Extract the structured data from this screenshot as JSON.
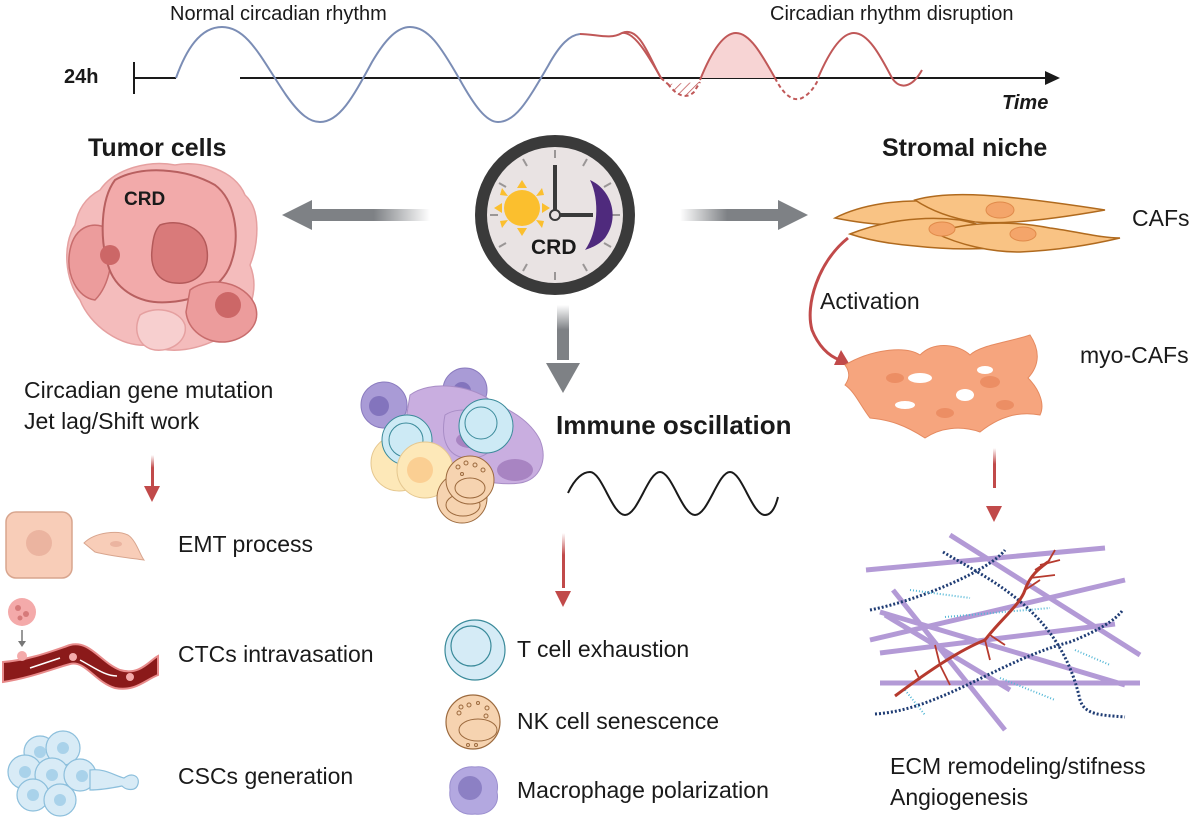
{
  "timeline": {
    "period_label": "24h",
    "normal_label": "Normal circadian rhythm",
    "disruption_label": "Circadian rhythm disruption",
    "axis_label": "Time",
    "normal_color": "#7b8db5",
    "disruption_color": "#c05858"
  },
  "clock": {
    "label": "CRD",
    "sun_color": "#fbbf2e",
    "moon_color": "#4f2a7d",
    "rim_color": "#3a3a3a",
    "face_color": "#e9e3e3"
  },
  "tumor": {
    "title": "Tumor cells",
    "cell_label": "CRD",
    "causes": [
      "Circadian gene mutation",
      "Jet lag/Shift work"
    ],
    "outcomes": [
      {
        "label": "EMT process",
        "icon": "emt-cells-icon"
      },
      {
        "label": "CTCs intravasation",
        "icon": "blood-vessel-icon"
      },
      {
        "label": "CSCs generation",
        "icon": "stem-cell-cluster-icon"
      }
    ]
  },
  "immune": {
    "title": "Immune oscillation",
    "outcomes": [
      {
        "label": "T cell exhaustion",
        "icon": "t-cell-icon"
      },
      {
        "label": "NK cell senescence",
        "icon": "nk-cell-icon"
      },
      {
        "label": "Macrophage polarization",
        "icon": "macrophage-icon"
      }
    ]
  },
  "stromal": {
    "title": "Stromal niche",
    "cafs_label": "CAFs",
    "activation_label": "Activation",
    "myocafs_label": "myo-CAFs",
    "outcomes": [
      "ECM remodeling/stifness",
      "Angiogenesis"
    ]
  },
  "colors": {
    "gray_arrow": "#7e8185",
    "red_arrow": "#c14a4a"
  }
}
